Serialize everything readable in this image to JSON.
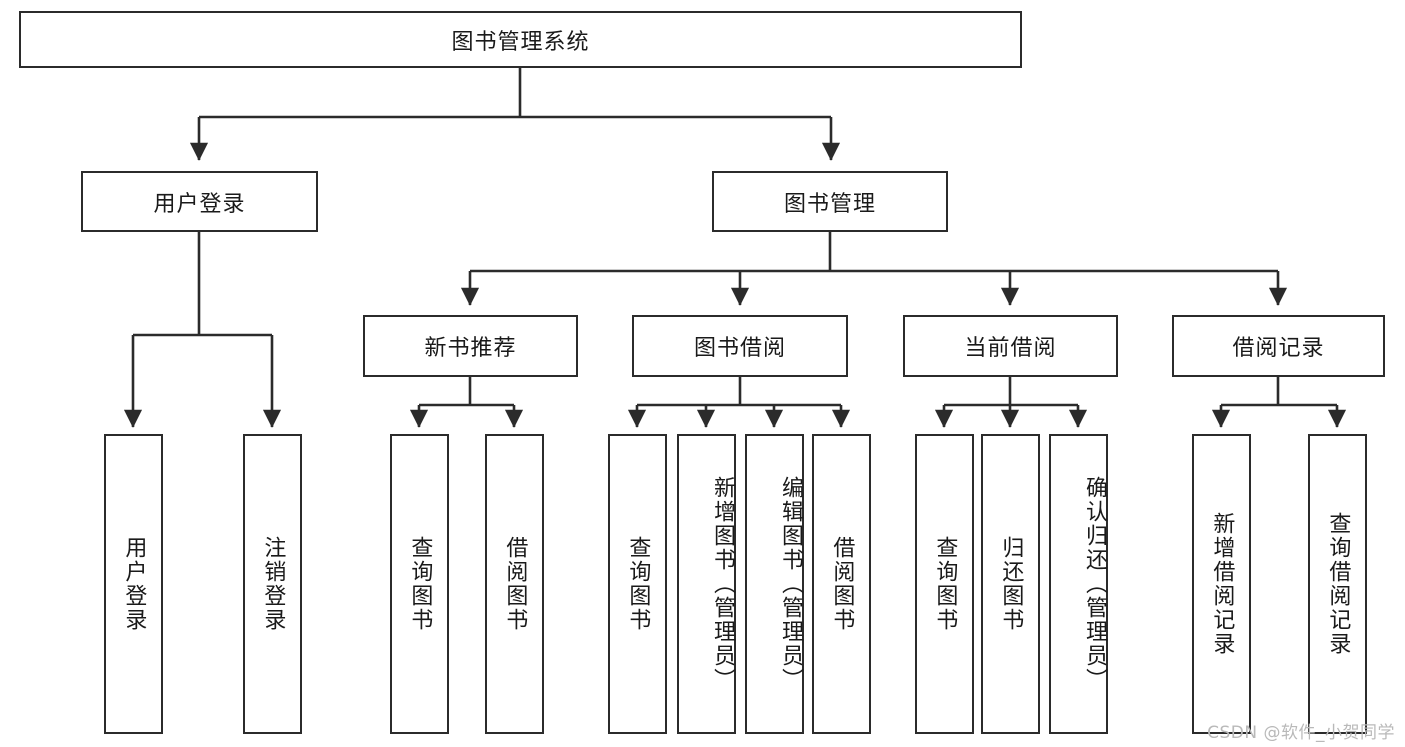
{
  "diagram": {
    "type": "tree",
    "title": "图书管理系统",
    "watermark": "CSDN @软件_小贺同学",
    "colors": {
      "box_border": "#2b2b2b",
      "box_fill": "#ffffff",
      "edge": "#2b2b2b",
      "text": "#1a1a1a",
      "watermark": "#b9b9b9"
    },
    "nodes": {
      "root": "图书管理系统",
      "level2": [
        "用户登录",
        "图书管理"
      ],
      "level3": [
        "新书推荐",
        "图书借阅",
        "当前借阅",
        "借阅记录"
      ],
      "leaves": {
        "user_login": [
          "用户登录",
          "注销登录"
        ],
        "new_book_recommend": [
          "查询图书",
          "借阅图书"
        ],
        "book_borrow": [
          "查询图书",
          "新增图书（管理员）",
          "编辑图书（管理员）",
          "借阅图书"
        ],
        "current_borrow": [
          "查询图书",
          "归还图书",
          "确认归还（管理员）"
        ],
        "borrow_record": [
          "新增借阅记录",
          "查询借阅记录"
        ]
      }
    },
    "edges": [
      {
        "from": "图书管理系统",
        "to": "用户登录"
      },
      {
        "from": "图书管理系统",
        "to": "图书管理"
      },
      {
        "from": "图书管理",
        "to": "新书推荐"
      },
      {
        "from": "图书管理",
        "to": "图书借阅"
      },
      {
        "from": "图书管理",
        "to": "当前借阅"
      },
      {
        "from": "图书管理",
        "to": "借阅记录"
      },
      {
        "from": "用户登录",
        "to": "用户登录"
      },
      {
        "from": "用户登录",
        "to": "注销登录"
      },
      {
        "from": "新书推荐",
        "to": "查询图书"
      },
      {
        "from": "新书推荐",
        "to": "借阅图书"
      },
      {
        "from": "图书借阅",
        "to": "查询图书"
      },
      {
        "from": "图书借阅",
        "to": "新增图书（管理员）"
      },
      {
        "from": "图书借阅",
        "to": "编辑图书（管理员）"
      },
      {
        "from": "图书借阅",
        "to": "借阅图书"
      },
      {
        "from": "当前借阅",
        "to": "查询图书"
      },
      {
        "from": "当前借阅",
        "to": "归还图书"
      },
      {
        "from": "当前借阅",
        "to": "确认归还（管理员）"
      },
      {
        "from": "借阅记录",
        "to": "新增借阅记录"
      },
      {
        "from": "借阅记录",
        "to": "查询借阅记录"
      }
    ]
  }
}
